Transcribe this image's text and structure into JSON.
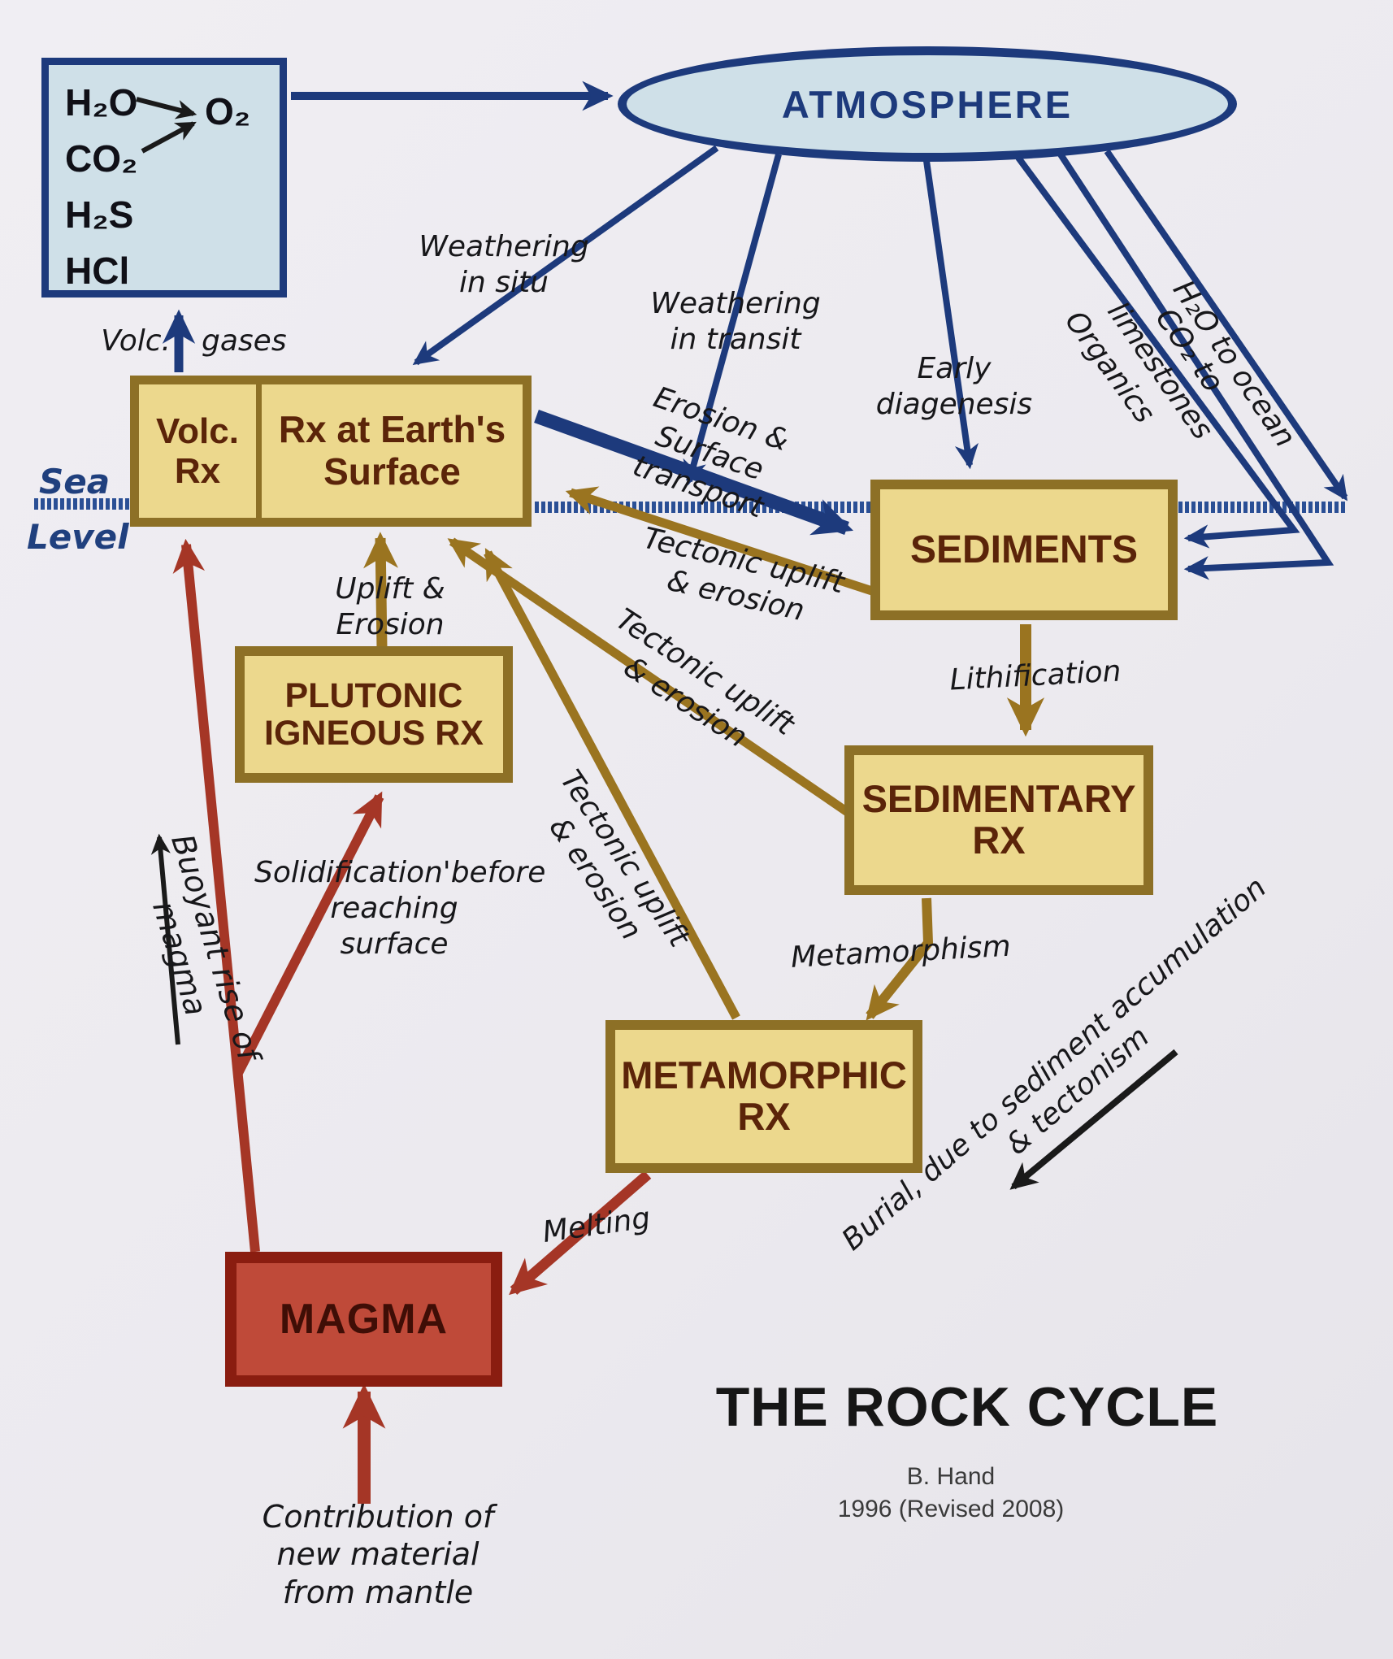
{
  "title_block": {
    "title": "THE ROCK CYCLE",
    "author": "B. Hand",
    "date": "1996 (Revised 2008)"
  },
  "gas_box": {
    "g1": "H₂O",
    "g2": "CO₂",
    "g3": "H₂S",
    "g4": "HCl",
    "product": "O₂"
  },
  "nodes": {
    "atmosphere": "ATMOSPHERE",
    "volc_rx": "Volc. Rx",
    "surface_rx": "Rx at Earth's Surface",
    "sediments": "SEDIMENTS",
    "plutonic": "PLUTONIC IGNEOUS RX",
    "sedimentary": "SEDIMENTARY RX",
    "metamorphic": "METAMORPHIC RX",
    "magma": "MAGMA"
  },
  "sea_level": {
    "top": "Sea",
    "bottom": "Level"
  },
  "labels": {
    "volc_gases_l": "Volc.",
    "volc_gases_r": "gases",
    "weathering_in_situ": "Weathering\nin situ",
    "weathering_in_transit": "Weathering\nin transit",
    "early_diagenesis": "Early\ndiagenesis",
    "organics": "Organics",
    "co2_to_limestones": "CO₂ to limestones",
    "h2o_to_ocean": "H₂O to ocean",
    "erosion_surface_transport": "Erosion & Surface\ntransport",
    "tectonic_uplift_1": "Tectonic uplift\n& erosion",
    "tectonic_uplift_2": "Tectonic uplift\n& erosion",
    "tectonic_uplift_3": "Tectonic uplift\n& erosion",
    "lithification": "Lithification",
    "uplift_erosion": "Uplift &\nErosion",
    "solidification": "Solidification'before\nreaching\nsurface",
    "buoyant_rise": "Buoyant rise of magma",
    "metamorphism": "Metamorphism",
    "burial": "Burial, due to sediment accumulation\n& tectonism",
    "melting": "Melting",
    "contribution": "Contribution of\nnew material\nfrom mantle"
  },
  "colors": {
    "navy": "#1d3a7c",
    "light_blue_fill": "#cfe0e8",
    "tan_fill": "#ecd88d",
    "olive_border": "#8d7026",
    "dark_brown_text": "#5b2409",
    "brown_arrow": "#9a7420",
    "magma_fill": "#bf4a39",
    "magma_border": "#8a1d10",
    "red_arrow": "#a53626",
    "black": "#1a1a1a"
  }
}
